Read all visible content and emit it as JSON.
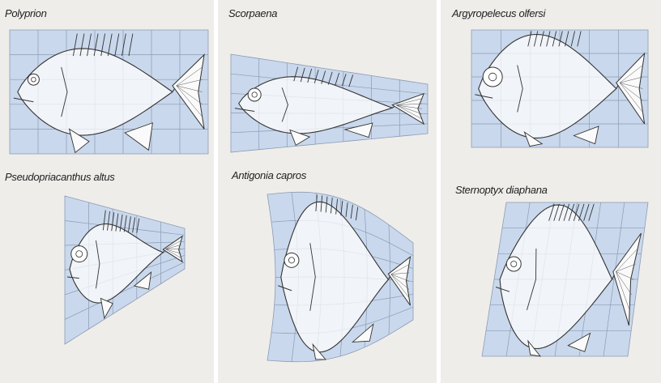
{
  "title": "Coordinate transformations of fish shapes",
  "colors": {
    "panel_bg": "#efedea",
    "grid_fill": "#c9d8ec",
    "grid_line": "#8a9bb3",
    "outline": "#333333"
  },
  "panels": [
    {
      "label": "Polyprion"
    },
    {
      "label": "Scorpaena"
    },
    {
      "label": "Argyropelecus olfersi"
    },
    {
      "label": "Pseudopriacanthus altus"
    },
    {
      "label": "Antigonia capros"
    },
    {
      "label": "Sternoptyx diaphana"
    }
  ]
}
